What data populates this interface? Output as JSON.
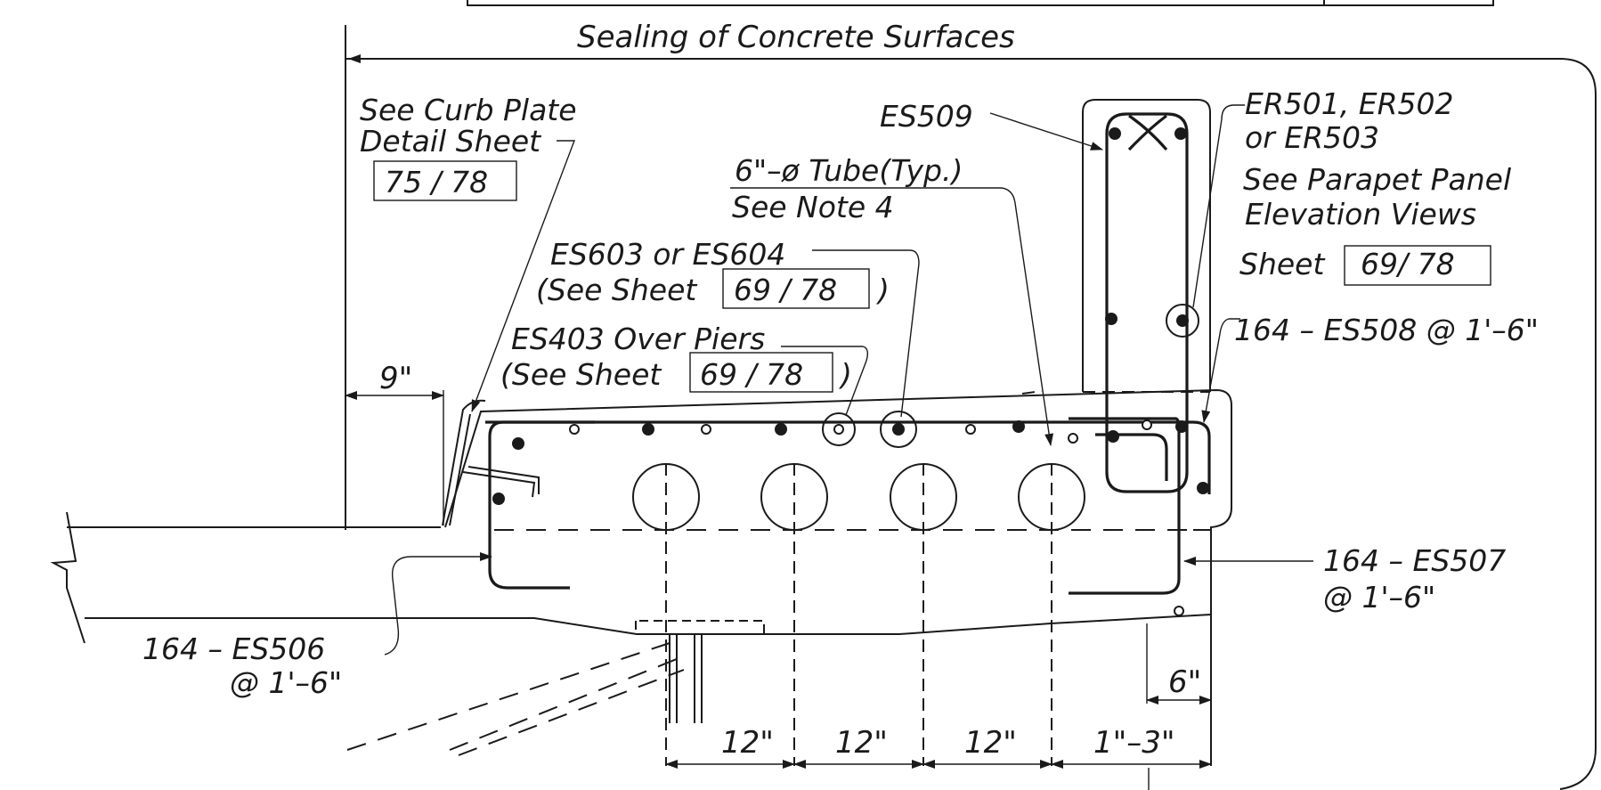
{
  "title": "Sealing of Concrete Surfaces",
  "callouts": {
    "curb_plate_line1": "See Curb Plate",
    "curb_plate_line2": "Detail Sheet",
    "curb_plate_ref": "75 / 78",
    "es509": "ES509",
    "tube_line1": "6\"–ø Tube(Typ.)",
    "tube_line2": "See Note 4",
    "es603_line1": "ES603 or ES604",
    "es603_line2_a": "(See Sheet",
    "es603_ref": "69 / 78",
    "es603_line2_b": ")",
    "es403_line1": "ES403 Over Piers",
    "es403_line2_a": "(See Sheet",
    "es403_ref": "69 / 78",
    "es403_line2_b": ")",
    "er_line1": "ER501, ER502",
    "er_line2": "or ER503",
    "er_line3": "See Parapet Panel",
    "er_line4": "Elevation Views",
    "er_sheet": "Sheet",
    "er_ref": "69/ 78",
    "es508": "164 – ES508 @ 1'–6\"",
    "es507_line1": "164 – ES507",
    "es507_line2": "@ 1'–6\"",
    "es506_line1": "164 – ES506",
    "es506_line2": "@ 1'–6\""
  },
  "dimensions": {
    "curb_offset": "9\"",
    "edge_offset": "6\"",
    "spacing_1": "12\"",
    "spacing_2": "12\"",
    "spacing_3": "12\"",
    "spacing_4": "1\"–3\""
  }
}
